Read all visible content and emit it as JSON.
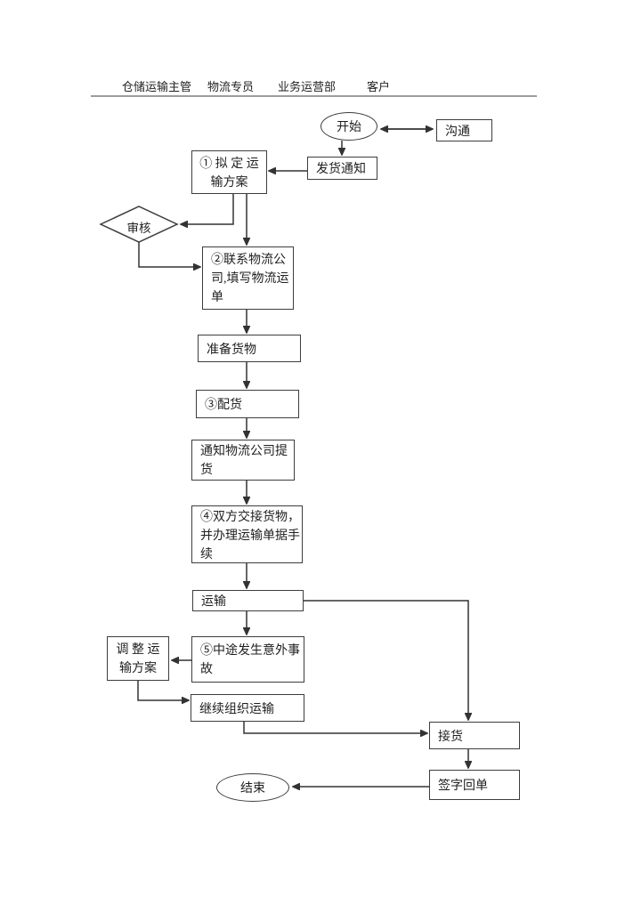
{
  "header": {
    "lanes": [
      {
        "label": "仓储运输主管"
      },
      {
        "label": "物流专员"
      },
      {
        "label": "业务运营部"
      },
      {
        "label": "客户"
      }
    ]
  },
  "flowchart": {
    "nodes": {
      "start": {
        "type": "ellipse",
        "label": "开始"
      },
      "communicate": {
        "type": "rect",
        "label": "沟通"
      },
      "shipping_notice": {
        "type": "rect",
        "label": "发货通知"
      },
      "draft_plan": {
        "type": "rect",
        "label": "① 拟 定 运\n输方案"
      },
      "review": {
        "type": "diamond",
        "label": "审核"
      },
      "contact_logistics": {
        "type": "rect",
        "label": "②联系物流公\n司,填写物流运\n单"
      },
      "prepare_goods": {
        "type": "rect",
        "label": "准备货物"
      },
      "allocate_goods": {
        "type": "rect",
        "label": "③配货"
      },
      "notify_pickup": {
        "type": "rect",
        "label": "通知物流公司提\n货"
      },
      "handover": {
        "type": "rect",
        "label": "④双方交接货物，\n并办理运输单据手\n续"
      },
      "transport": {
        "type": "rect",
        "label": "运输"
      },
      "accident": {
        "type": "rect",
        "label": "⑤中途发生意外事\n故"
      },
      "adjust_plan": {
        "type": "rect",
        "label": "调 整 运\n输方案"
      },
      "continue_transport": {
        "type": "rect",
        "label": "继续组织运输"
      },
      "receive_goods": {
        "type": "rect",
        "label": "接货"
      },
      "sign_receipt": {
        "type": "rect",
        "label": "签字回单"
      },
      "end": {
        "type": "ellipse",
        "label": "结束"
      }
    },
    "colors": {
      "background": "#ffffff",
      "line": "#333333",
      "border": "#3d3d3d",
      "text": "#1f1f1f",
      "header_rule": "#9c9c9c"
    }
  }
}
